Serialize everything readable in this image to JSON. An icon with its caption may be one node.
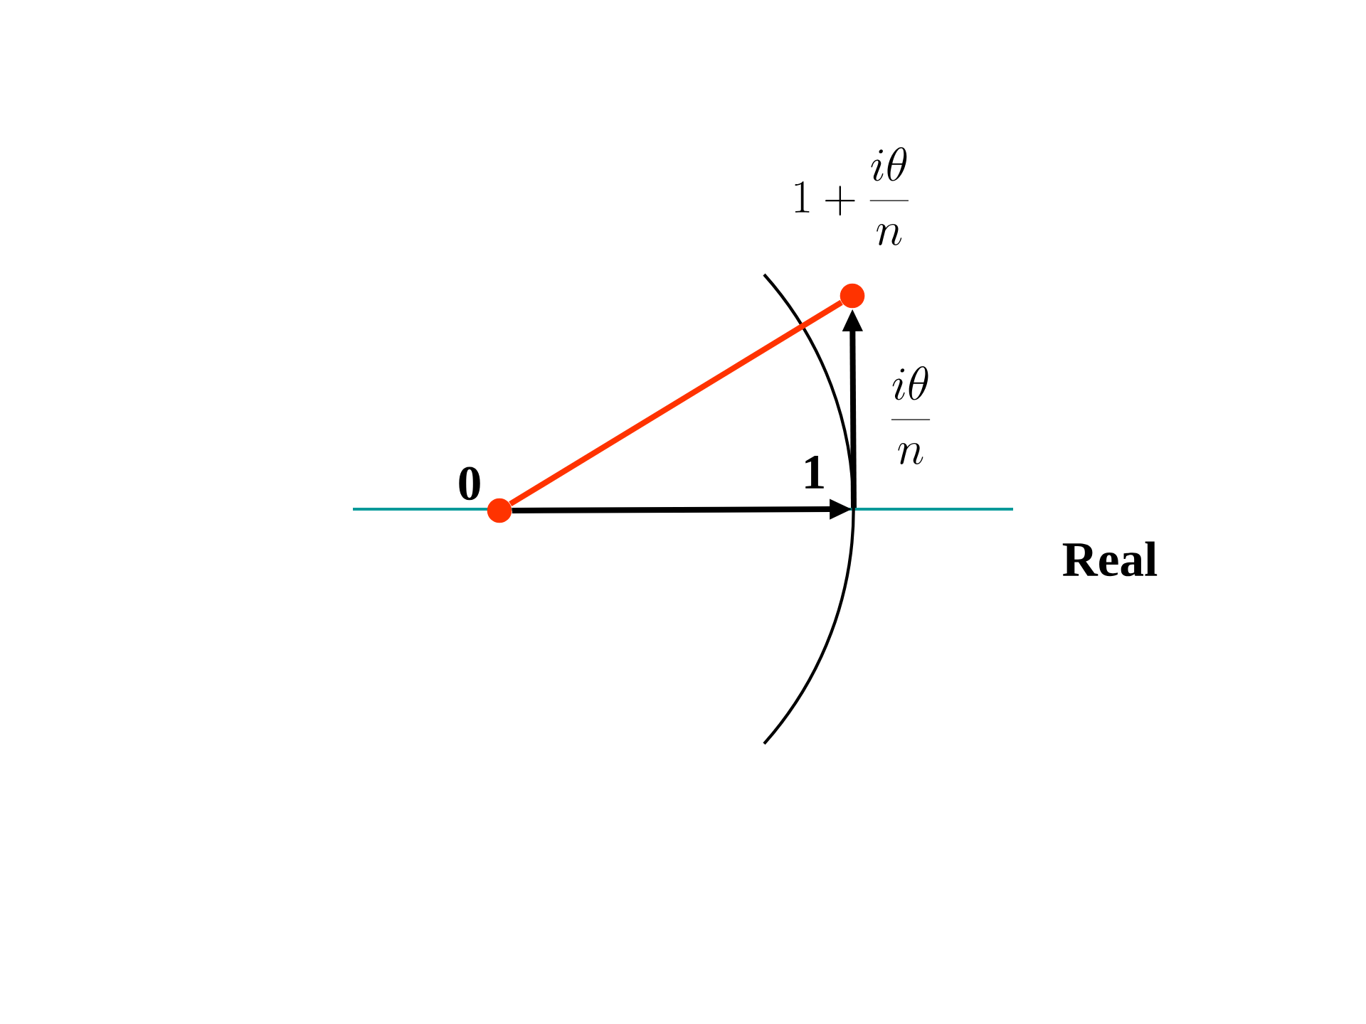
{
  "diagram": {
    "nodes": [
      {
        "text": [],
        "shape": "dot",
        "beside": [
          "0"
        ]
      },
      {
        "text": [],
        "shape": "point",
        "beside": [
          "1"
        ]
      },
      {
        "text": [],
        "shape": "dot",
        "beside": [
          "1+\\frac{i\\theta}{n}"
        ]
      }
    ],
    "edges": [
      {
        "from": 0,
        "to": 1,
        "arrow": "to"
      },
      {
        "from": 1,
        "to": 2,
        "arrow": "to",
        "label": "\\frac{i\\theta}{n}"
      },
      {
        "from": 0,
        "to": 2,
        "arrow": "none",
        "color": "#ff3300"
      }
    ],
    "labels": [
      "Real"
    ]
  }
}
